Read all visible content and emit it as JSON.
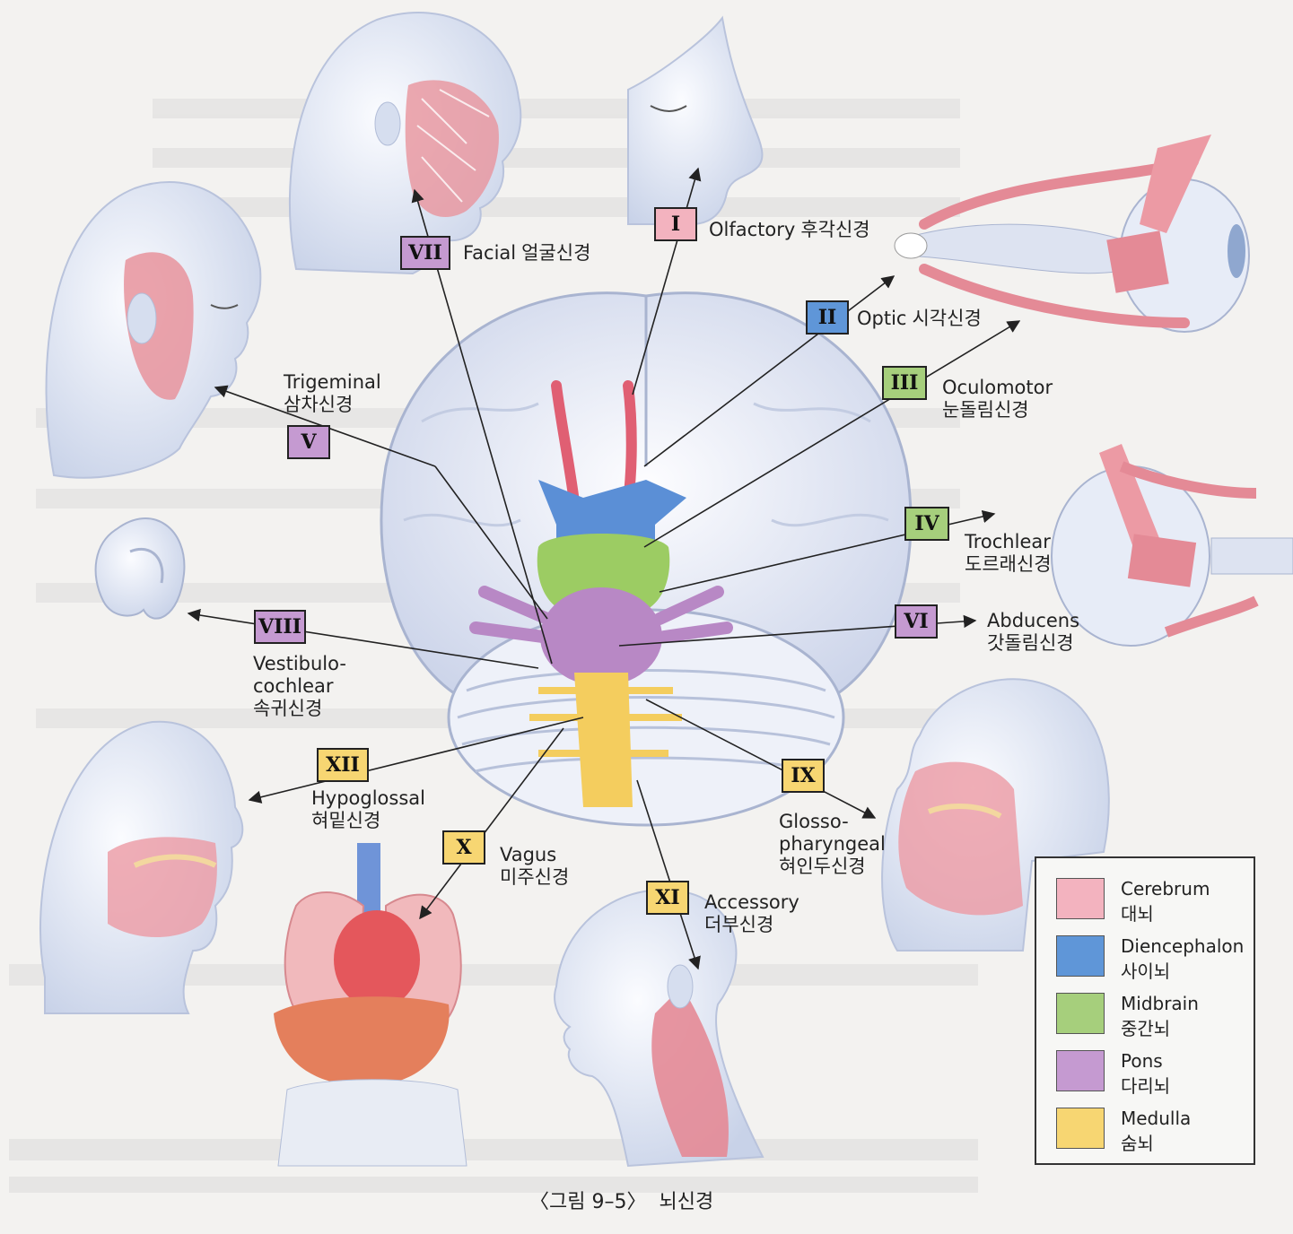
{
  "nerves": [
    {
      "numeral": "I",
      "name": "Olfactory",
      "korean": "후각신경",
      "region": "cerebrum"
    },
    {
      "numeral": "II",
      "name": "Optic",
      "korean": "시각신경",
      "region": "diencephalon"
    },
    {
      "numeral": "III",
      "name": "Oculomotor",
      "korean": "눈돌림신경",
      "region": "midbrain"
    },
    {
      "numeral": "IV",
      "name": "Trochlear",
      "korean": "도르래신경",
      "region": "midbrain"
    },
    {
      "numeral": "V",
      "name": "Trigeminal",
      "korean": "삼차신경",
      "region": "pons"
    },
    {
      "numeral": "VI",
      "name": "Abducens",
      "korean": "갓돌림신경",
      "region": "pons"
    },
    {
      "numeral": "VII",
      "name": "Facial",
      "korean": "얼굴신경",
      "region": "pons"
    },
    {
      "numeral": "VIII",
      "name_lines": [
        "Vestibulo-",
        "cochlear"
      ],
      "korean": "속귀신경",
      "region": "pons"
    },
    {
      "numeral": "IX",
      "name_lines": [
        "Glosso-",
        "pharyngeal"
      ],
      "korean": "혀인두신경",
      "region": "medulla"
    },
    {
      "numeral": "X",
      "name": "Vagus",
      "korean": "미주신경",
      "region": "medulla"
    },
    {
      "numeral": "XI",
      "name": "Accessory",
      "korean": "더부신경",
      "region": "medulla"
    },
    {
      "numeral": "XII",
      "name": "Hypoglossal",
      "korean": "혀밑신경",
      "region": "medulla"
    }
  ],
  "legend": [
    {
      "key": "cerebrum",
      "english": "Cerebrum",
      "korean": "대뇌",
      "color": "#f3b3bf"
    },
    {
      "key": "diencephalon",
      "english": "Diencephalon",
      "korean": "사이뇌",
      "color": "#5f96d8"
    },
    {
      "key": "midbrain",
      "english": "Midbrain",
      "korean": "중간뇌",
      "color": "#a6cf7c"
    },
    {
      "key": "pons",
      "english": "Pons",
      "korean": "다리뇌",
      "color": "#c59ad1"
    },
    {
      "key": "medulla",
      "english": "Medulla",
      "korean": "숨뇌",
      "color": "#f7d672"
    }
  ],
  "caption": {
    "figure": "〈그림 9–5〉",
    "title": "뇌신경"
  },
  "colors": {
    "line": "#222222",
    "skin": "#dbe2f0",
    "muscle": "#e48a96",
    "organ": "#e47f77"
  }
}
